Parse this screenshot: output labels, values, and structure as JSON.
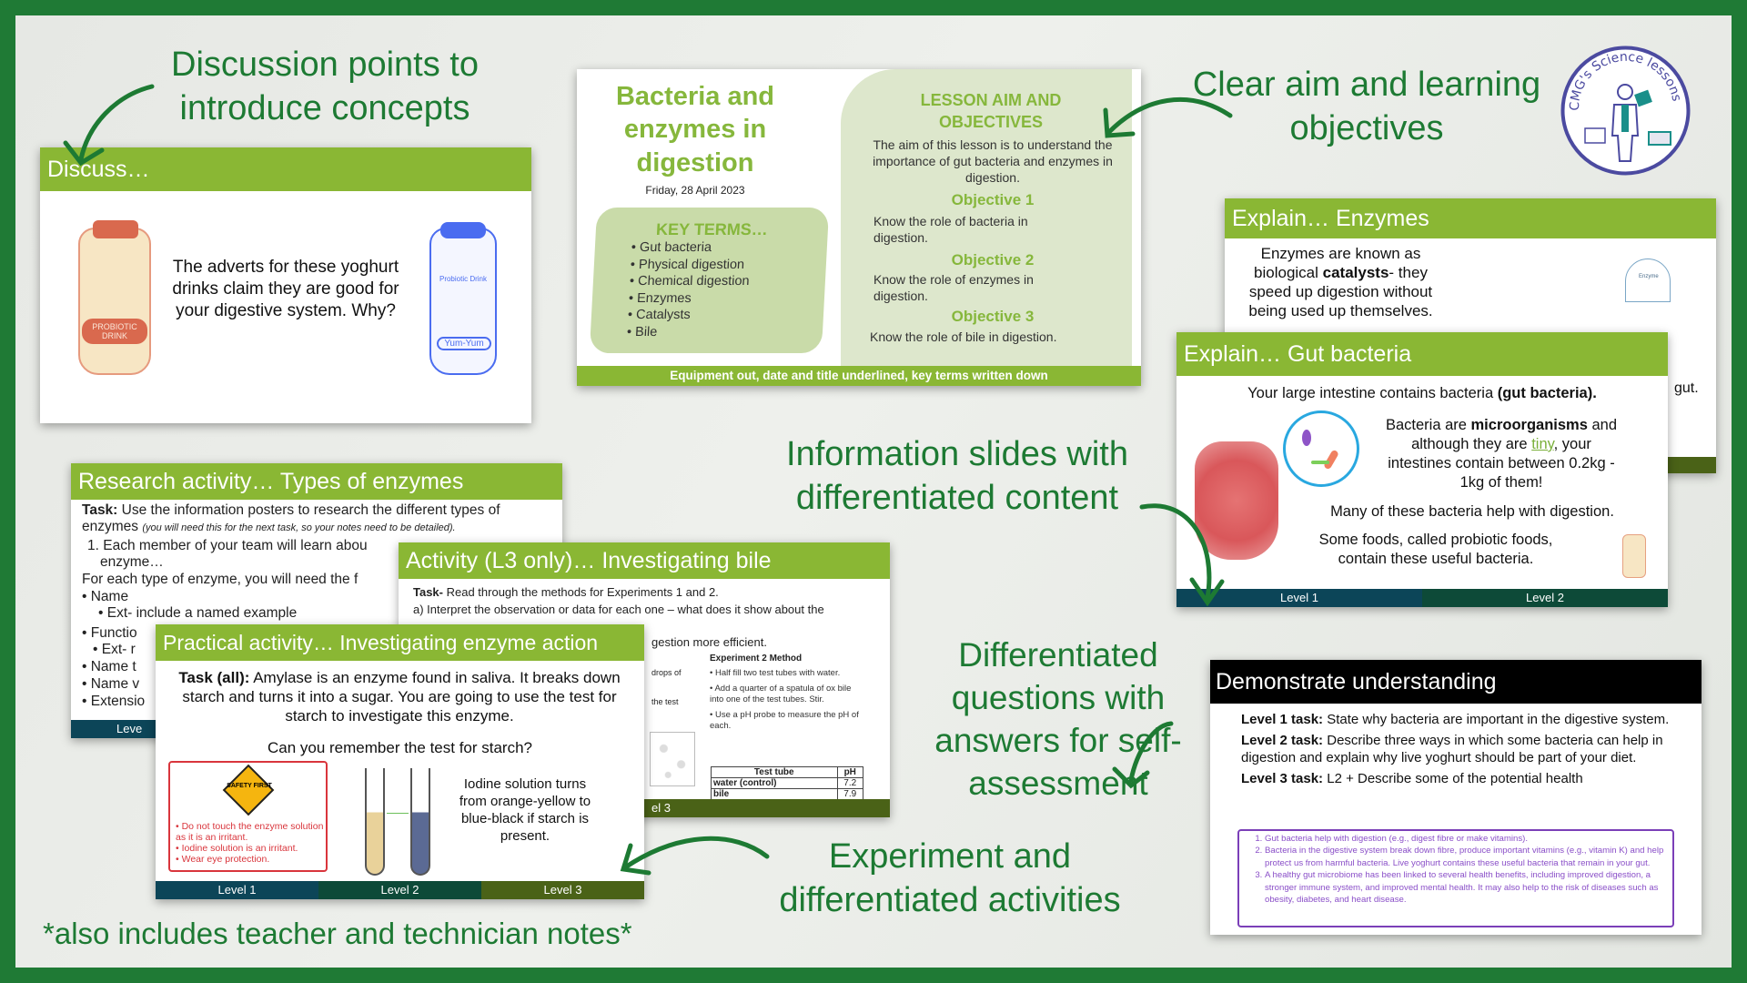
{
  "callouts": {
    "discussion": "Discussion points to introduce concepts",
    "aim": "Clear aim and learning objectives",
    "information": "Information slides with differentiated content",
    "questions": "Differentiated questions with answers for self-assessment",
    "experiment": "Experiment and differentiated activities",
    "footer_note": "*also includes teacher and technician notes*"
  },
  "logo": {
    "text": "CMG's Science lessons"
  },
  "colors": {
    "frame": "#1f7a35",
    "slide_header": "#8ab734",
    "callout_text": "#1d7a33",
    "answer_purple": "#7b3fb8"
  },
  "discuss_slide": {
    "title": "Discuss…",
    "text": "The adverts for these yoghurt drinks claim they are good for your digestive system. Why?",
    "bottle_left_label": "PROBIOTIC DRINK",
    "bottle_right_label1": "Probiotic Drink",
    "bottle_right_label2": "Yum-Yum"
  },
  "title_slide": {
    "title": "Bacteria and enzymes in digestion",
    "date": "Friday, 28 April 2023",
    "key_terms_heading": "KEY TERMS…",
    "key_terms": [
      "Gut bacteria",
      "Physical digestion",
      "Chemical digestion",
      "Enzymes",
      "Catalysts",
      "Bile"
    ],
    "aim_heading": "LESSON AIM AND OBJECTIVES",
    "aim_text": "The aim of this lesson is to understand the importance of gut bacteria and enzymes in digestion.",
    "objectives": [
      {
        "heading": "Objective 1",
        "text": "Know the role of bacteria in digestion."
      },
      {
        "heading": "Objective 2",
        "text": "Know the role of enzymes in digestion."
      },
      {
        "heading": "Objective 3",
        "text": "Know the role of bile in digestion."
      }
    ],
    "footer": "Equipment out, date and title underlined, key terms written down"
  },
  "enzymes_slide": {
    "title": "Explain… Enzymes",
    "text_pre": "Enzymes are known as biological ",
    "text_bold": "catalysts",
    "text_post": "- they speed up digestion without being used up themselves.",
    "diagram_label": "Enzyme",
    "peek_text": "gut."
  },
  "gut_slide": {
    "title": "Explain… Gut bacteria",
    "line1_pre": "Your large intestine contains bacteria ",
    "line1_bold": "(gut bacteria).",
    "p2_pre": "Bacteria are ",
    "p2_bold": "microorganisms",
    "p2_mid": " and although they are ",
    "p2_link": "tiny",
    "p2_post": ", your intestines contain between 0.2kg - 1kg of them!",
    "line3": "Many of these bacteria help with digestion.",
    "line4": "Some foods, called probiotic foods, contain these useful bacteria.",
    "levels": [
      "Level 1",
      "Level 2"
    ]
  },
  "research_slide": {
    "title": "Research activity… Types of enzymes",
    "task_bold": "Task:",
    "task_text": " Use the information posters to research the different types of enzymes ",
    "task_note": "(you will need this for the next task, so your notes need to be detailed).",
    "step1": "1. Each member of your team will learn abou",
    "step1b": "enzyme…",
    "for_each": "For each type of enzyme, you will need the f",
    "bullets": [
      "• Name",
      "• Ext- include a named example",
      "• Functio",
      "• Ext- r",
      "• Name t",
      "• Name v",
      "• Extensio"
    ],
    "level": "Leve"
  },
  "bile_slide": {
    "title": "Activity (L3 only)… Investigating bile",
    "task_bold": "Task-",
    "task_text": " Read through the methods for Experiments 1 and 2.",
    "item_a": "a)  Interpret the observation or data for each one – what does it show about the",
    "partial1": "gestion more efficient.",
    "partial2": "drops of",
    "partial3": "the test",
    "exp2_heading": "Experiment 2 Method",
    "exp2_steps": [
      "Half fill two test tubes with water.",
      "Add a quarter of a spatula of ox bile into one of the test tubes. Stir.",
      "Use a pH probe to measure the pH of each."
    ],
    "table": {
      "headers": [
        "Test tube",
        "pH"
      ],
      "rows": [
        [
          "water (control)",
          "7.2"
        ],
        [
          "bile",
          "7.9"
        ]
      ]
    },
    "level": "el 3"
  },
  "practical_slide": {
    "title": "Practical activity… Investigating enzyme action",
    "task_bold": "Task (all):",
    "task_text": " Amylase is an enzyme found in saliva. It breaks down starch and turns it into a sugar. You are going to use the test for starch to investigate this enzyme.",
    "question": "Can you remember the test for starch?",
    "safety_sign": "SAFETY FIRST",
    "safety": [
      "Do not touch the enzyme solution as it is an irritant.",
      "Iodine solution is an irritant.",
      "Wear eye protection."
    ],
    "answer": "Iodine solution turns from orange-yellow to blue-black if starch is present.",
    "levels": [
      "Level 1",
      "Level 2",
      "Level 3"
    ]
  },
  "demonstrate_slide": {
    "title": "Demonstrate understanding",
    "tasks": [
      {
        "label": "Level 1 task:",
        "text": " State why bacteria are important in the digestive system."
      },
      {
        "label": "Level 2 task:",
        "text": " Describe three ways in which some bacteria can help in digestion and explain why live yoghurt should be part of your diet."
      },
      {
        "label": "Level 3 task:",
        "text": " L2 + Describe some of the potential health"
      }
    ],
    "answers": [
      "Gut bacteria help with digestion (e.g., digest fibre or make vitamins).",
      "Bacteria in the digestive system break down fibre, produce important vitamins (e.g., vitamin K) and help protect us from harmful bacteria. Live yoghurt contains these useful bacteria that remain in your gut.",
      "A healthy gut microbiome has been linked to several health benefits, including improved digestion, a stronger immune system, and improved mental health. It may also help to the risk of diseases such as obesity, diabetes, and heart disease."
    ]
  }
}
